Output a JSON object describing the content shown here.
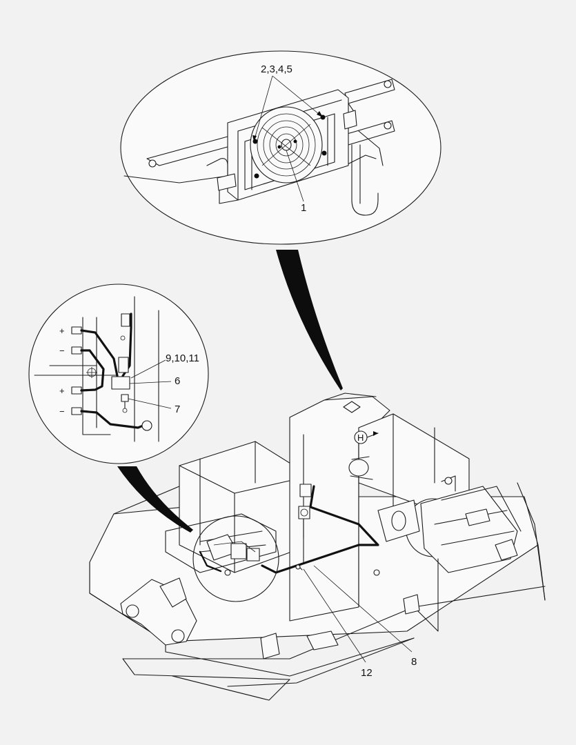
{
  "callouts": {
    "c1": "1",
    "c2345": "2,3,4,5",
    "c6": "6",
    "c7": "7",
    "c8": "8",
    "c91011": "9,10,11",
    "c12": "12",
    "h_marker": "H"
  },
  "terminal_signs": [
    "+",
    "−",
    "+",
    "−"
  ]
}
